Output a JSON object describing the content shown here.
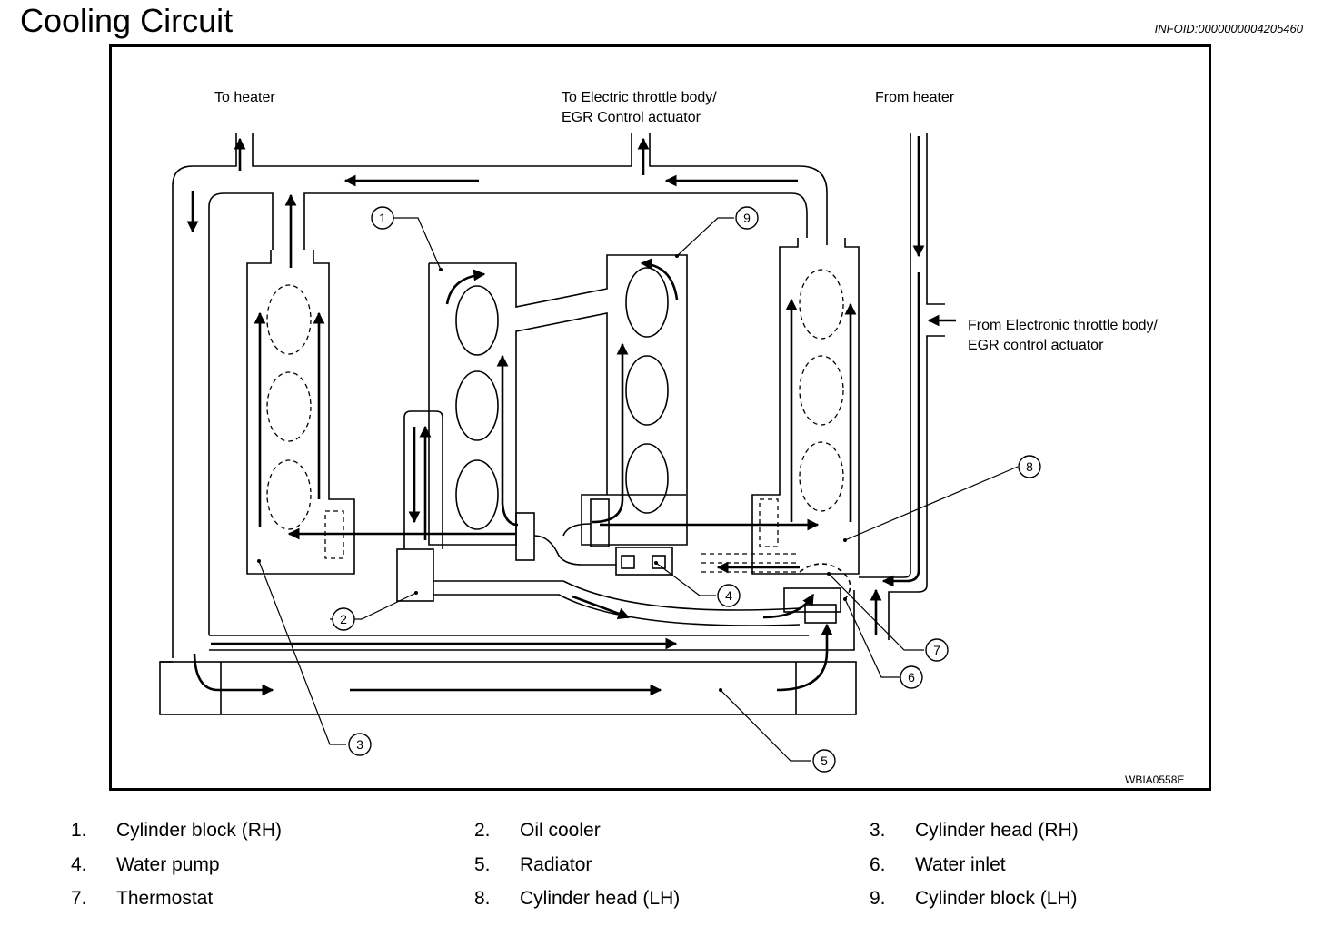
{
  "header": {
    "title": "Cooling Circuit",
    "infoid": "INFOID:0000000004205460"
  },
  "diagram": {
    "flow_labels": {
      "to_heater": "To heater",
      "to_throttle_line1": "To Electric throttle body/",
      "to_throttle_line2": "EGR Control actuator",
      "from_heater": "From heater",
      "from_throttle_line1": "From Electronic throttle body/",
      "from_throttle_line2": "EGR control actuator"
    },
    "callouts": [
      "1",
      "2",
      "3",
      "4",
      "5",
      "6",
      "7",
      "8",
      "9"
    ],
    "figure_id": "WBIA0558E"
  },
  "legend": [
    {
      "num": "1.",
      "text": "Cylinder block (RH)"
    },
    {
      "num": "2.",
      "text": "Oil cooler"
    },
    {
      "num": "3.",
      "text": "Cylinder head (RH)"
    },
    {
      "num": "4.",
      "text": "Water pump"
    },
    {
      "num": "5.",
      "text": "Radiator"
    },
    {
      "num": "6.",
      "text": "Water inlet"
    },
    {
      "num": "7.",
      "text": "Thermostat"
    },
    {
      "num": "8.",
      "text": "Cylinder head (LH)"
    },
    {
      "num": "9.",
      "text": "Cylinder block (LH)"
    }
  ]
}
